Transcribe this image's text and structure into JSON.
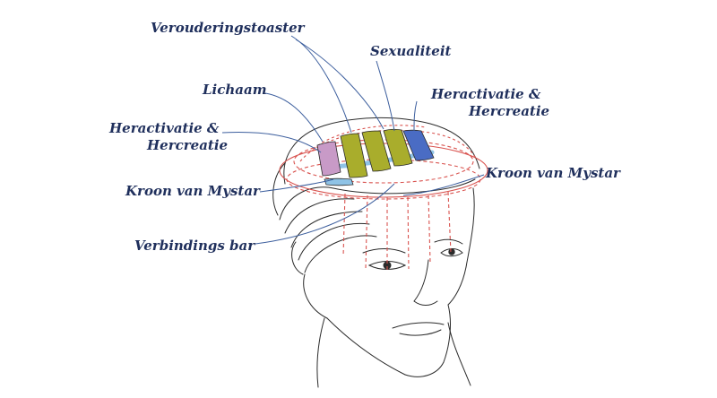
{
  "labels": {
    "verouderingstoaster": "Verouderingstoaster",
    "sexualiteit": "Sexualiteit",
    "lichaam": "Lichaam",
    "heractivatie_right_line1": "Heractivatie &",
    "heractivatie_right_line2": "Hercreatie",
    "heractivatie_left_line1": "Heractivatie &",
    "heractivatie_left_line2": "Hercreatie",
    "kroon_left": "Kroon van Mystar",
    "kroon_right": "Kroon van Mystar",
    "verbindings": "Verbindings bar"
  },
  "colors": {
    "label_text": "#1f2f5c",
    "leader_line": "#3d5f9e",
    "crown_line": "#d9534f",
    "sketch_line": "#2b2b2b",
    "bar_pink": "#c89ac7",
    "bar_olive": "#a9ad2c",
    "bar_blue": "#4a6cc4",
    "connector_blue": "#8fc3e6"
  }
}
